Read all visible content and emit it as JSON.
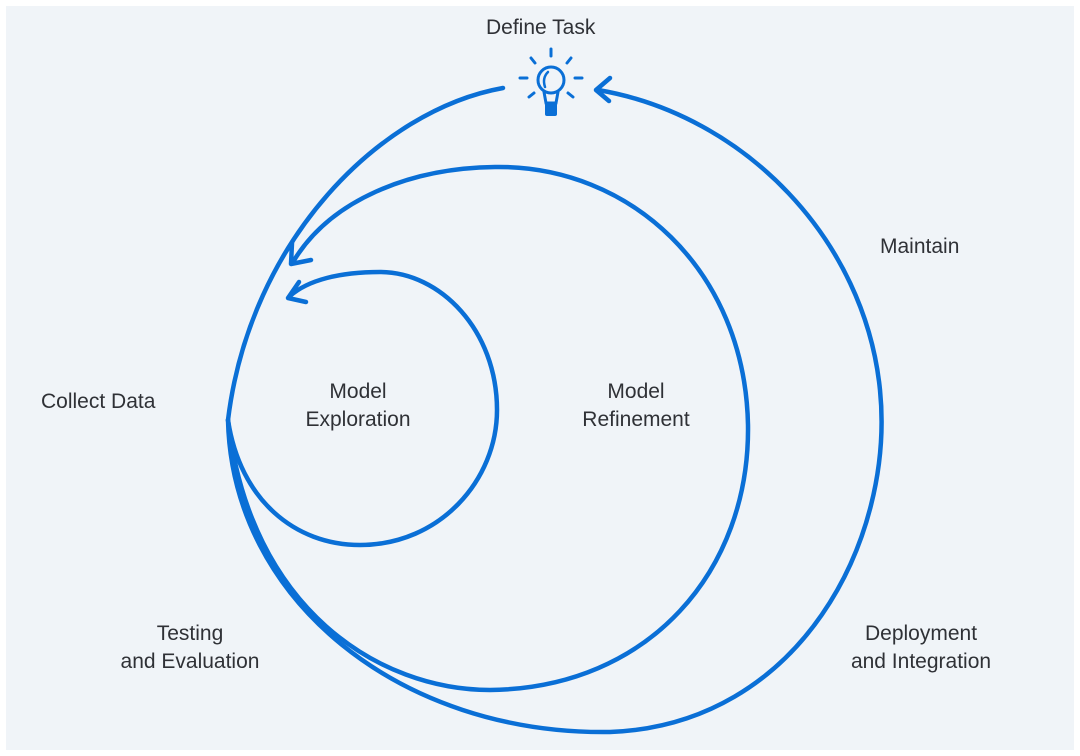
{
  "labels": {
    "define_task": "Define Task",
    "maintain": "Maintain",
    "collect_data": "Collect Data",
    "model_exploration_1": "Model",
    "model_exploration_2": "Exploration",
    "model_refinement_1": "Model",
    "model_refinement_2": "Refinement",
    "testing_1": "Testing",
    "testing_2": "and Evaluation",
    "deployment_1": "Deployment",
    "deployment_2": "and Integration"
  },
  "colors": {
    "line": "#0a6fd6",
    "text": "#2f3136",
    "background": "#f0f4f8"
  },
  "icons": {
    "task_icon": "lightbulb-icon"
  }
}
